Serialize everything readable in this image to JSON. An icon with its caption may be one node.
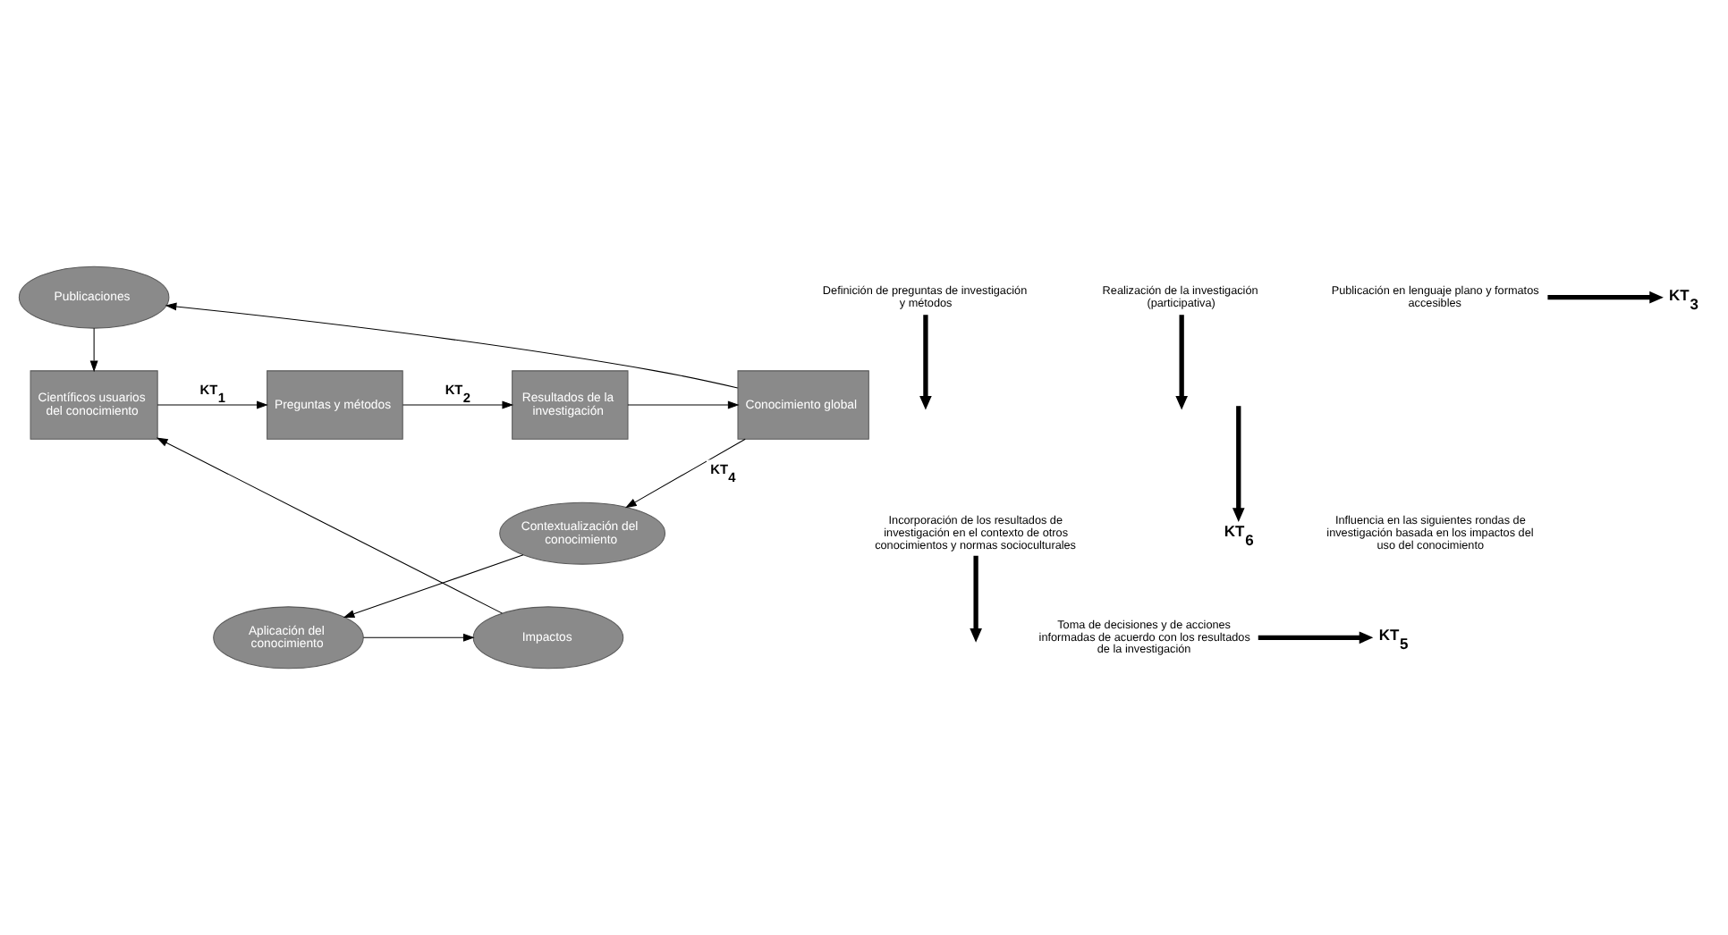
{
  "diagram": {
    "nodes": [
      {
        "text": [
          "Publicaciones"
        ]
      },
      {
        "text": [
          "Científicos usuarios del conocimiento"
        ]
      },
      {
        "text": [
          "Preguntas y métodos"
        ]
      },
      {
        "text": [
          "Resultados de la investigación"
        ]
      },
      {
        "text": [
          "Conocimiento global"
        ]
      },
      {
        "text": [
          "Contextualización del conocimiento"
        ]
      },
      {
        "text": [
          "Aplicación del conocimiento"
        ]
      },
      {
        "text": [
          "Impactos"
        ]
      },
      {
        "text": [
          "Definición de preguntas de investigación y métodos"
        ]
      },
      {
        "text": [
          "Realización de la investigación (participativa)"
        ]
      },
      {
        "text": [
          "Publicación en lenguaje plano y formatos accesibles"
        ]
      },
      {
        "text": [
          "KT$_{3}$"
        ]
      },
      {
        "text": [
          "Incorporación de los resultados de investigación en el contexto de otros conocimientos y normas socioculturales"
        ]
      },
      {
        "text": [
          "Toma de decisiones y de acciones informadas de acuerdo con los resultados de la investigación"
        ]
      },
      {
        "text": [
          "KT$_{5}$"
        ]
      },
      {
        "text": [
          "KT$_{6}$"
        ]
      }
    ],
    "edges": [
      {
        "from": 4,
        "to": 0,
        "arrow": "to"
      },
      {
        "from": 0,
        "to": 1,
        "arrow": "to"
      },
      {
        "from": 1,
        "to": 2,
        "arrow": "to",
        "label": "KT$_{1}$"
      },
      {
        "from": 2,
        "to": 3,
        "arrow": "to",
        "label": "KT$_{2}$"
      },
      {
        "from": 3,
        "to": 4,
        "arrow": "to"
      },
      {
        "from": 4,
        "to": 5,
        "arrow": "to",
        "label": "KT$_{4}$"
      },
      {
        "from": 5,
        "to": 6,
        "arrow": "to"
      },
      {
        "from": 6,
        "to": 7,
        "arrow": "to"
      },
      {
        "from": 7,
        "to": 1,
        "arrow": "to"
      },
      {
        "from": 8,
        "to": null,
        "arrow": "to",
        "style": "thick"
      },
      {
        "from": 9,
        "to": null,
        "arrow": "to",
        "style": "thick"
      },
      {
        "from": 10,
        "to": 11,
        "arrow": "to",
        "style": "thick"
      },
      {
        "from": 12,
        "to": null,
        "arrow": "to",
        "style": "thick"
      },
      {
        "from": 13,
        "to": 14,
        "arrow": "to",
        "style": "thick"
      },
      {
        "from": null,
        "to": 15,
        "arrow": "to",
        "style": "thick"
      }
    ],
    "labels": [
      "Influencia en las siguientes rondas de investigación basada en los impactos del uso del conocimiento"
    ]
  }
}
